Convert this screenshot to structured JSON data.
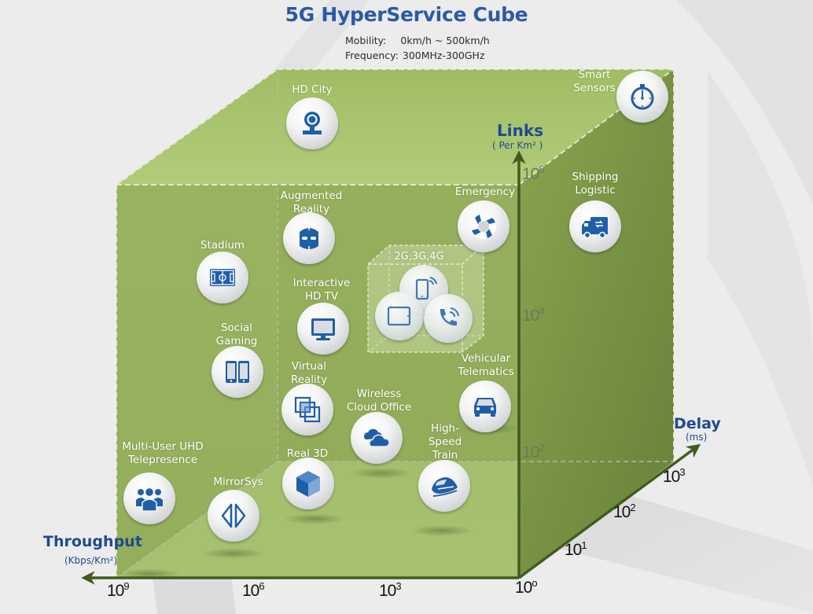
{
  "header": {
    "title": "5G HyperService Cube",
    "mobility_label": "Mobility:",
    "mobility_value": "0km/h ~ 500km/h",
    "frequency_label": "Frequency:",
    "frequency_value": "300MHz-300GHz"
  },
  "axes": {
    "links": {
      "title": "Links",
      "unit": "( Per Km² )",
      "ticks": [
        {
          "base": "10",
          "exp": "6"
        },
        {
          "base": "10",
          "exp": "4"
        },
        {
          "base": "10",
          "exp": "2"
        }
      ]
    },
    "throughput": {
      "title": "Throughput",
      "unit": "(Kbps/Km²)",
      "ticks": [
        {
          "base": "10",
          "exp": "9"
        },
        {
          "base": "10",
          "exp": "6"
        },
        {
          "base": "10",
          "exp": "3"
        },
        {
          "base": "10",
          "exp": "o"
        }
      ]
    },
    "delay": {
      "title": "Delay",
      "unit": "(ms)",
      "ticks": [
        {
          "base": "10",
          "exp": "1"
        },
        {
          "base": "10",
          "exp": "2"
        },
        {
          "base": "10",
          "exp": "3"
        }
      ]
    }
  },
  "inner_cube": {
    "label": "2G,3G,4G",
    "icons": [
      "smartphone-icon",
      "tablet-icon",
      "phone-call-icon"
    ]
  },
  "services": [
    {
      "id": "hd-city",
      "label": "HD City",
      "icon": "webcam-icon"
    },
    {
      "id": "smart-sensors",
      "label": "Smart\nSensors",
      "icon": "stopwatch-icon"
    },
    {
      "id": "shipping-logistic",
      "label": "Shipping\nLogistic",
      "icon": "delivery-truck-icon"
    },
    {
      "id": "emergency",
      "label": "Emergency",
      "icon": "lifebuoy-icon"
    },
    {
      "id": "augmented-reality",
      "label": "Augmented\nReality",
      "icon": "ar-headset-icon"
    },
    {
      "id": "stadium",
      "label": "Stadium",
      "icon": "stadium-field-icon"
    },
    {
      "id": "interactive-hd-tv",
      "label": "Interactive\nHD TV",
      "icon": "monitor-icon"
    },
    {
      "id": "social-gaming",
      "label": "Social\nGaming",
      "icon": "dual-phones-icon"
    },
    {
      "id": "virtual-reality",
      "label": "Virtual\nReality",
      "icon": "layered-windows-icon"
    },
    {
      "id": "wireless-cloud-office",
      "label": "Wireless\nCloud Office",
      "icon": "cloud-icon"
    },
    {
      "id": "vehicular-telematics",
      "label": "Vehicular\nTelematics",
      "icon": "car-icon"
    },
    {
      "id": "high-speed-train",
      "label": "High-\nSpeed\nTrain",
      "icon": "train-icon"
    },
    {
      "id": "real-3d",
      "label": "Real 3D",
      "icon": "cube-3d-icon"
    },
    {
      "id": "mirrorsys",
      "label": "MirrorSys",
      "icon": "mirror-icon"
    },
    {
      "id": "multi-user-uhd-telepresence",
      "label": "Multi-User UHD\nTelepresence",
      "icon": "group-people-icon"
    }
  ],
  "colors": {
    "title_blue": "#2a5aa6",
    "axis_blue": "#1f4a8f",
    "icon_blue": "#1f5fa8",
    "cube_light_green": "#a9c46f",
    "cube_mid_green": "#93ad5a",
    "cube_dark_green": "#6f8a3c",
    "axis_green": "#3f5b1e",
    "background": "#ececec"
  }
}
